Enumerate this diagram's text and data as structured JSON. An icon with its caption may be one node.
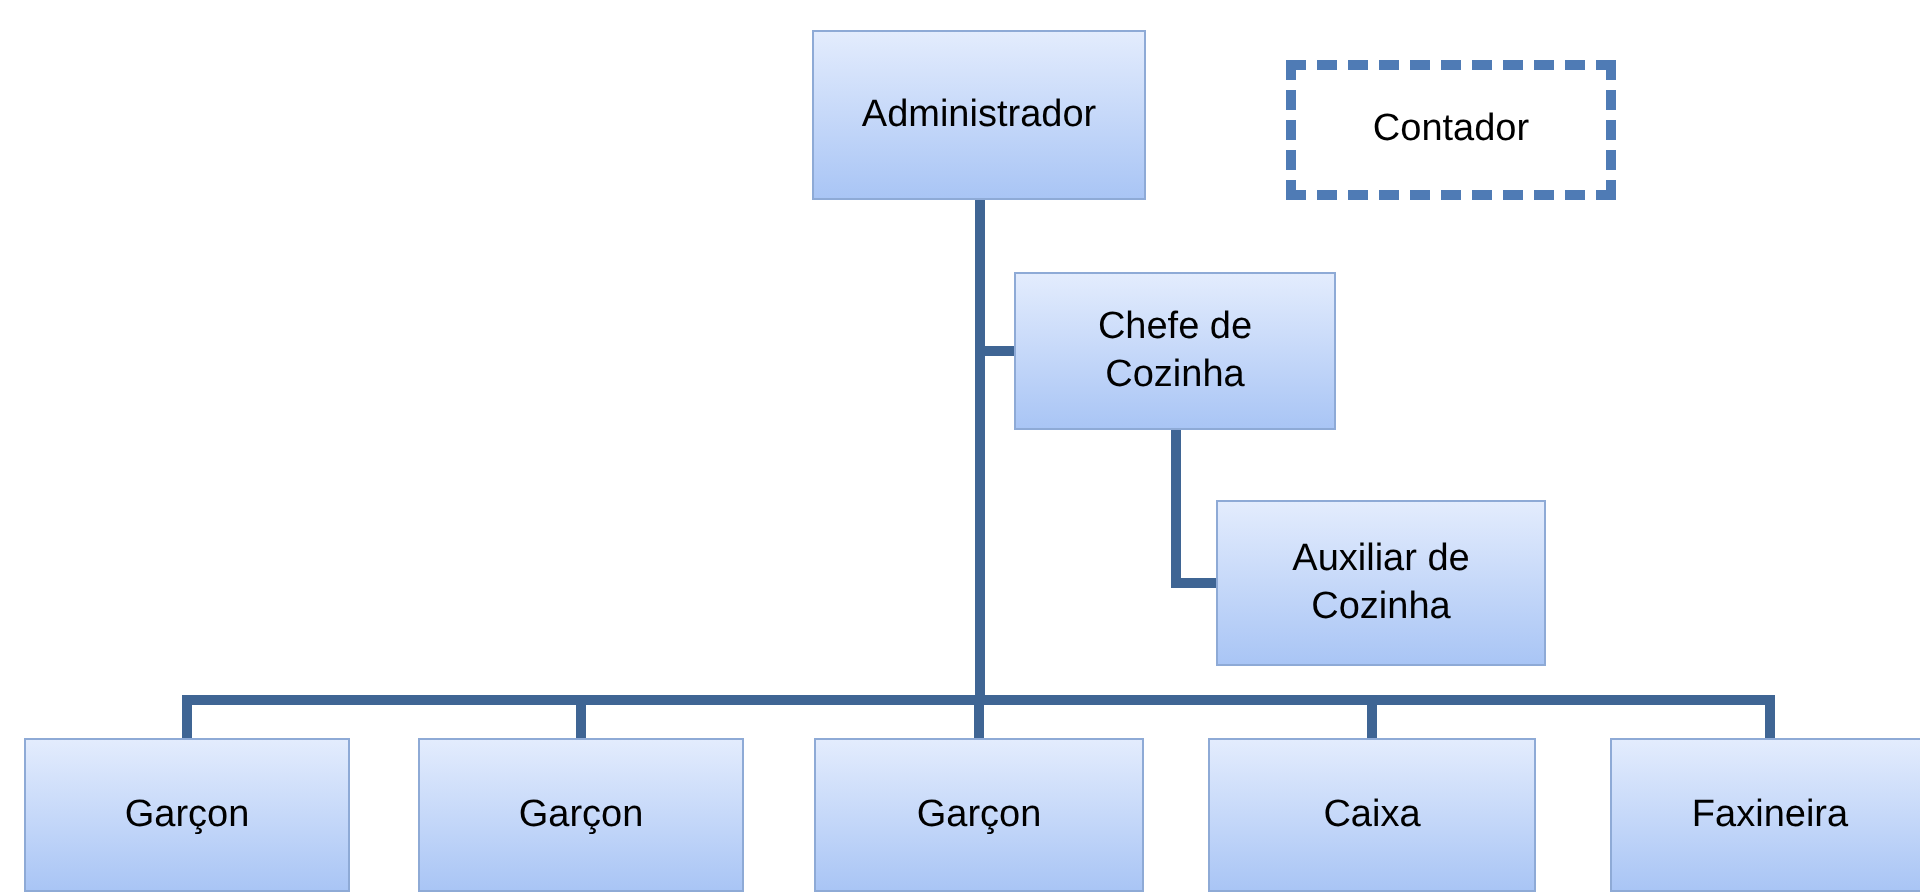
{
  "diagram": {
    "nodes": [
      {
        "text": [
          "Administrador"
        ]
      },
      {
        "text": [
          "Contador"
        ]
      },
      {
        "text": [
          "Chefe de Cozinha"
        ]
      },
      {
        "text": [
          "Auxiliar de Cozinha"
        ]
      },
      {
        "text": [
          "Garçon"
        ]
      },
      {
        "text": [
          "Garçon"
        ]
      },
      {
        "text": [
          "Garçon"
        ]
      },
      {
        "text": [
          "Caixa"
        ]
      },
      {
        "text": [
          "Faxineira"
        ]
      }
    ],
    "edges": [
      {
        "from": 0,
        "to": 2,
        "arrow": "none"
      },
      {
        "from": 2,
        "to": 3,
        "arrow": "none"
      },
      {
        "from": 0,
        "to": 4,
        "arrow": "none"
      },
      {
        "from": 0,
        "to": 5,
        "arrow": "none"
      },
      {
        "from": 0,
        "to": 6,
        "arrow": "none"
      },
      {
        "from": 0,
        "to": 7,
        "arrow": "none"
      },
      {
        "from": 0,
        "to": 8,
        "arrow": "none"
      }
    ]
  }
}
